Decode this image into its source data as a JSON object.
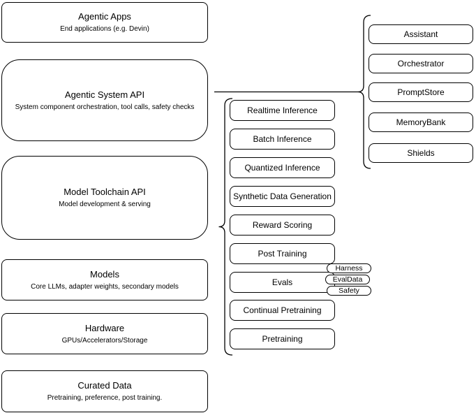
{
  "diagram": {
    "colors": {
      "background": "#ffffff",
      "node_fill": "#ffffff",
      "stroke": "#000000",
      "text": "#000000"
    },
    "layers": [
      {
        "title": "Agentic Apps",
        "subtitle": "End applications (e.g. Devin)"
      },
      {
        "title": "Agentic System API",
        "subtitle": "System component orchestration, tool calls, safety checks"
      },
      {
        "title": "Model Toolchain API",
        "subtitle": "Model development & serving"
      },
      {
        "title": "Models",
        "subtitle": "Core LLMs, adapter weights, secondary models"
      },
      {
        "title": "Hardware",
        "subtitle": "GPUs/Accelerators/Storage"
      },
      {
        "title": "Curated Data",
        "subtitle": "Pretraining, preference, post training."
      }
    ],
    "toolchain_api_items": [
      "Realtime Inference",
      "Batch Inference",
      "Quantized Inference",
      "Synthetic Data Generation",
      "Reward Scoring",
      "Post Training",
      "Evals",
      "Continual Pretraining",
      "Pretraining"
    ],
    "evals_badges": [
      "Harness",
      "EvalData",
      "Safety"
    ],
    "system_api_items": [
      "Assistant",
      "Orchestrator",
      "PromptStore",
      "MemoryBank",
      "Shields"
    ]
  }
}
